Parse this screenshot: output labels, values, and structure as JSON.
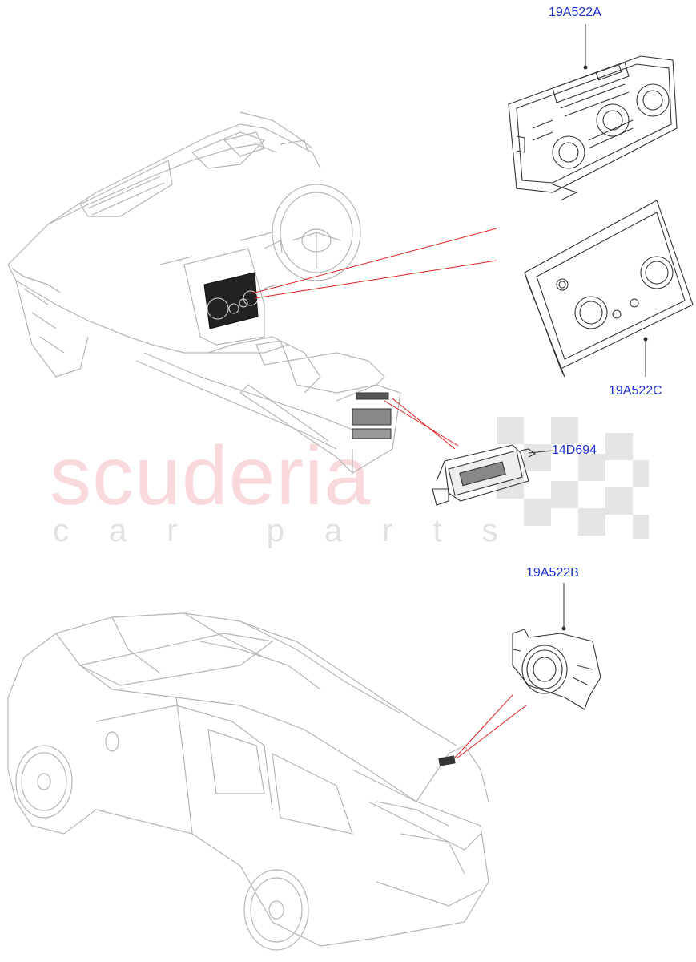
{
  "diagram": {
    "callouts": [
      {
        "id": "top-control-panel",
        "label": "19A522A"
      },
      {
        "id": "alt-control-panel",
        "label": "19A522C"
      },
      {
        "id": "rear-console-module",
        "label": "14D694"
      },
      {
        "id": "rear-roof-module",
        "label": "19A522B"
      }
    ],
    "watermark": {
      "main": "scuderia",
      "sub": "car parts"
    },
    "colors": {
      "callout_text": "#1a2fd6",
      "leader_line": "#e02020",
      "line_art": "#b8b8b8",
      "part_art": "#333333"
    }
  }
}
